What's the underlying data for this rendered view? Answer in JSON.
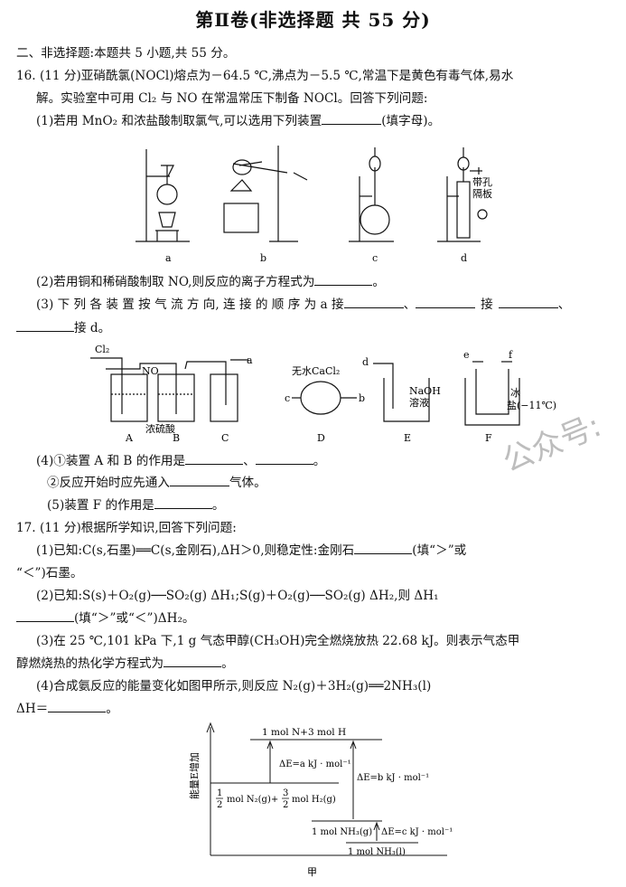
{
  "title": "第Ⅱ卷(非选择题   共 55 分)",
  "section": "二、非选择题:本题共 5 小题,共 55 分。",
  "q16": {
    "l1": "16. (11 分)亚硝酰氯(NOCl)熔点为－64.5 ℃,沸点为－5.5 ℃,常温下是黄色有毒气体,易水",
    "l2": "解。实验室中可用 Cl₂ 与 NO 在常温常压下制备 NOCl。回答下列问题:",
    "p1a": "(1)若用 MnO₂ 和浓盐酸制取氯气,可以选用下列装置",
    "p1b": "(填字母)。",
    "app": {
      "a": "a",
      "b": "b",
      "c": "c",
      "d": "d",
      "hole": "带孔",
      "plate": "隔板"
    },
    "p2a": "(2)若用铜和稀硝酸制取 NO,则反应的离子方程式为",
    "p2b": "。",
    "p3a": "(3) 下 列 各 装 置 按 气 流 方 向, 连 接 的 顺 序 为 a 接",
    "p3sep1": "、",
    "p3sep2": "接",
    "p3sep3": "、",
    "p3b": "接 d。",
    "app2": {
      "cl2": "Cl₂",
      "no": "NO",
      "acid": "浓硫酸",
      "a": "a",
      "A": "A",
      "B": "B",
      "C": "C",
      "D": "D",
      "E": "E",
      "F": "F",
      "cacl2": "无水CaCl₂",
      "c": "c",
      "b": "b",
      "d": "d",
      "naoh": "NaOH",
      "sol": "溶液",
      "e": "e",
      "f": "f",
      "ice": "冰",
      "salt": "盐(−11℃)"
    },
    "p4a": "(4)①装置 A 和 B 的作用是",
    "p4sep": "、",
    "p4b": "。",
    "p4c": "②反应开始时应先通入",
    "p4d": "气体。",
    "p5a": "(5)装置 F 的作用是",
    "p5b": "。"
  },
  "q17": {
    "l1": "17. (11 分)根据所学知识,回答下列问题:",
    "p1a": "(1)已知:C(s,石墨)══C(s,金刚石),ΔH＞0,则稳定性:金刚石",
    "p1b": "(填“＞”或",
    "p1c": "“＜”)石墨。",
    "p2a": "(2)已知:S(s)＋O₂(g)──SO₂(g)   ΔH₁;S(g)＋O₂(g)──SO₂(g)   ΔH₂,则 ΔH₁",
    "p2b": "(填“＞”或“＜”)ΔH₂。",
    "p3a": "(3)在 25 ℃,101 kPa 下,1 g 气态甲醇(CH₃OH)完全燃烧放热 22.68 kJ。则表示气态甲",
    "p3b": "醇燃烧热的热化学方程式为",
    "p3c": "。",
    "p4a": "(4)合成氨反应的能量变化如图甲所示,则反应 N₂(g)＋3H₂(g)══2NH₃(l)",
    "p4b": "ΔH＝",
    "p4c": "。"
  },
  "diagram": {
    "ylabel": "能量E增加",
    "top": "1 mol N+3 mol H",
    "mid": "mol N₂(g)+",
    "mid2": "mol H₂(g)",
    "half": "1",
    "two": "2",
    "three": "3",
    "nh3g": "1 mol NH₃(g)",
    "nh3l": "1 mol NH₃(l)",
    "ea": "ΔE=a kJ · mol⁻¹",
    "eb": "ΔE=b kJ · mol⁻¹",
    "ec": "ΔE=c kJ · mol⁻¹",
    "caption": "甲"
  },
  "watermark": "公众号:"
}
